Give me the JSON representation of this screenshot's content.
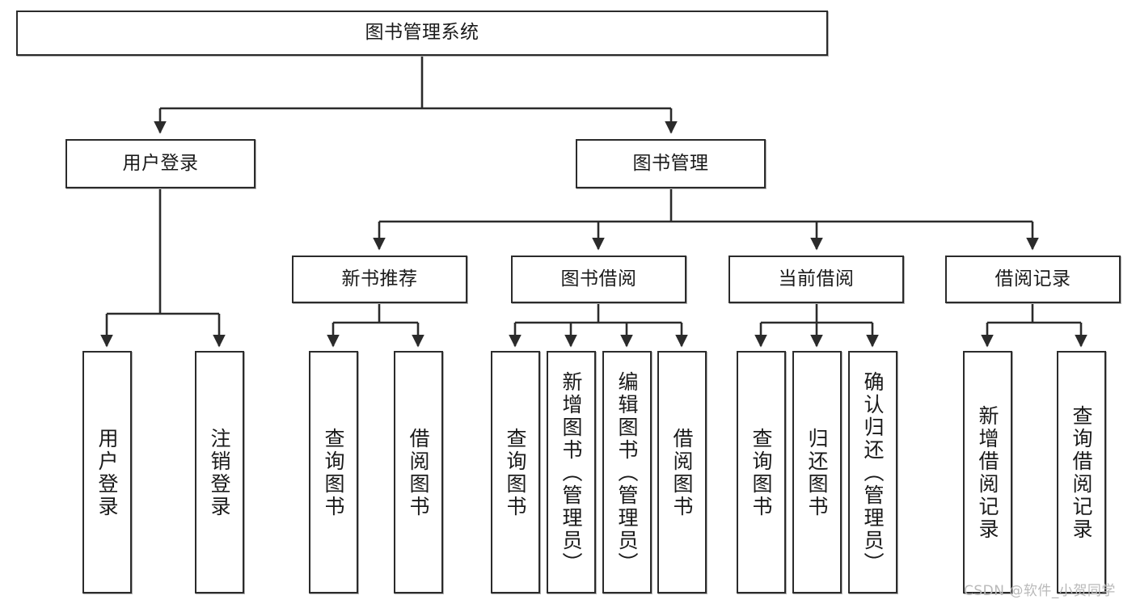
{
  "diagram": {
    "type": "tree-hierarchy-chart",
    "title": "图书管理系统",
    "watermark": "CSDN @软件_小贺同学",
    "colors": {
      "box_border": "#2b2b2b",
      "box_fill": "#ffffff",
      "connector": "#2b2b2b",
      "text": "#1a1a1a",
      "watermark": "#b9b9b9",
      "background": "#ffffff"
    },
    "levels": {
      "level0": [
        {
          "id": "root",
          "label": "图书管理系统",
          "orientation": "horizontal"
        }
      ],
      "level1": [
        {
          "id": "user-login",
          "label": "用户登录",
          "orientation": "horizontal"
        },
        {
          "id": "book-manage",
          "label": "图书管理",
          "orientation": "horizontal"
        }
      ],
      "level2": [
        {
          "id": "new-book-rec",
          "label": "新书推荐",
          "orientation": "horizontal"
        },
        {
          "id": "book-borrow",
          "label": "图书借阅",
          "orientation": "horizontal"
        },
        {
          "id": "current-borrow",
          "label": "当前借阅",
          "orientation": "horizontal"
        },
        {
          "id": "borrow-record",
          "label": "借阅记录",
          "orientation": "horizontal"
        }
      ],
      "level3": [
        {
          "id": "leaf-user-login",
          "label": "用户登录",
          "orientation": "vertical",
          "parent": "user-login"
        },
        {
          "id": "leaf-logout",
          "label": "注销登录",
          "orientation": "vertical",
          "parent": "user-login"
        },
        {
          "id": "leaf-query-book-1",
          "label": "查询图书",
          "orientation": "vertical",
          "parent": "new-book-rec"
        },
        {
          "id": "leaf-borrow-book-1",
          "label": "借阅图书",
          "orientation": "vertical",
          "parent": "new-book-rec"
        },
        {
          "id": "leaf-query-book-2",
          "label": "查询图书",
          "orientation": "vertical",
          "parent": "book-borrow"
        },
        {
          "id": "leaf-add-book",
          "label": "新增图书（管理员）",
          "orientation": "vertical",
          "parent": "book-borrow"
        },
        {
          "id": "leaf-edit-book",
          "label": "编辑图书（管理员）",
          "orientation": "vertical",
          "parent": "book-borrow"
        },
        {
          "id": "leaf-borrow-book-2",
          "label": "借阅图书",
          "orientation": "vertical",
          "parent": "book-borrow"
        },
        {
          "id": "leaf-query-book-3",
          "label": "查询图书",
          "orientation": "vertical",
          "parent": "current-borrow"
        },
        {
          "id": "leaf-return-book",
          "label": "归还图书",
          "orientation": "vertical",
          "parent": "current-borrow"
        },
        {
          "id": "leaf-confirm-return",
          "label": "确认归还（管理员）",
          "orientation": "vertical",
          "parent": "current-borrow"
        },
        {
          "id": "leaf-add-record",
          "label": "新增借阅记录",
          "orientation": "vertical",
          "parent": "borrow-record"
        },
        {
          "id": "leaf-query-record",
          "label": "查询借阅记录",
          "orientation": "vertical",
          "parent": "borrow-record"
        }
      ]
    }
  }
}
